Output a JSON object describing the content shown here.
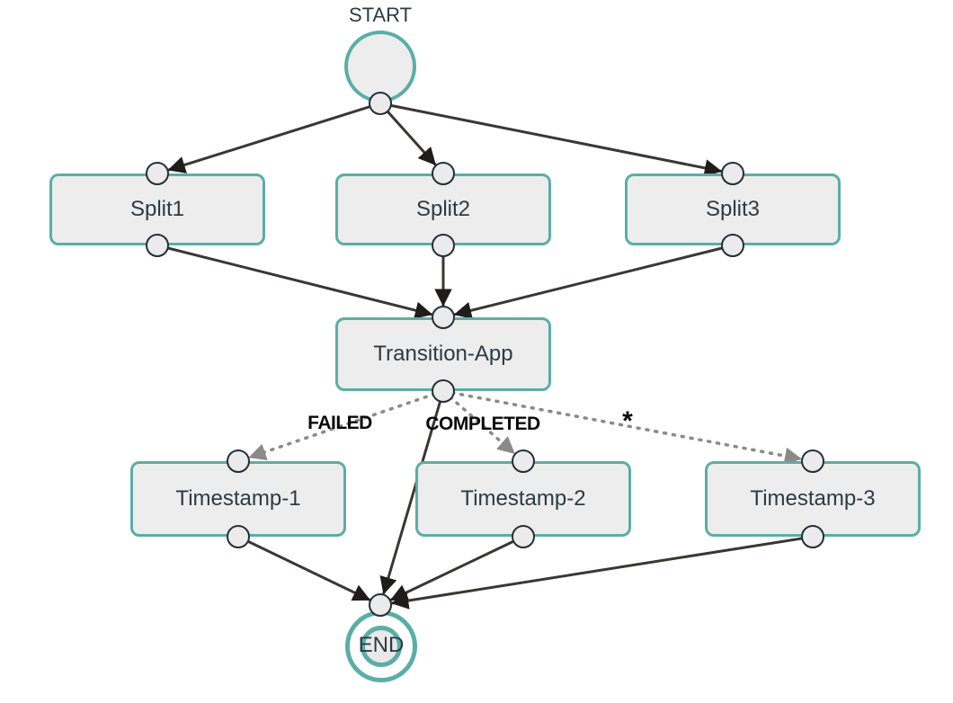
{
  "diagram": {
    "start": {
      "label": "START"
    },
    "end": {
      "label": "END"
    },
    "nodes": [
      {
        "id": "split1",
        "label": "Split1"
      },
      {
        "id": "split2",
        "label": "Split2"
      },
      {
        "id": "split3",
        "label": "Split3"
      },
      {
        "id": "transition-app",
        "label": "Transition-App"
      },
      {
        "id": "timestamp-1",
        "label": "Timestamp-1"
      },
      {
        "id": "timestamp-2",
        "label": "Timestamp-2"
      },
      {
        "id": "timestamp-3",
        "label": "Timestamp-3"
      }
    ],
    "edge_labels": [
      {
        "from": "transition-app",
        "to": "timestamp-1",
        "label": "FAILED"
      },
      {
        "from": "transition-app",
        "to": "timestamp-2",
        "label": "COMPLETED"
      },
      {
        "from": "transition-app",
        "to": "timestamp-3",
        "label": "*"
      }
    ],
    "edges_solid": [
      {
        "from": "start",
        "to": "split1"
      },
      {
        "from": "start",
        "to": "split2"
      },
      {
        "from": "start",
        "to": "split3"
      },
      {
        "from": "split1",
        "to": "transition-app"
      },
      {
        "from": "split2",
        "to": "transition-app"
      },
      {
        "from": "split3",
        "to": "transition-app"
      },
      {
        "from": "transition-app",
        "to": "end"
      },
      {
        "from": "timestamp-1",
        "to": "end"
      },
      {
        "from": "timestamp-2",
        "to": "end"
      },
      {
        "from": "timestamp-3",
        "to": "end"
      }
    ],
    "colors": {
      "accent_teal": "#5aaea6",
      "node_fill": "#ededed",
      "edge_solid": "#3a3733",
      "edge_dotted": "#8a8a8a",
      "port_stroke": "#242f38",
      "node_text": "#2c3a45",
      "edge_label_text": "#0a0a0a",
      "background": "#ffffff"
    }
  }
}
